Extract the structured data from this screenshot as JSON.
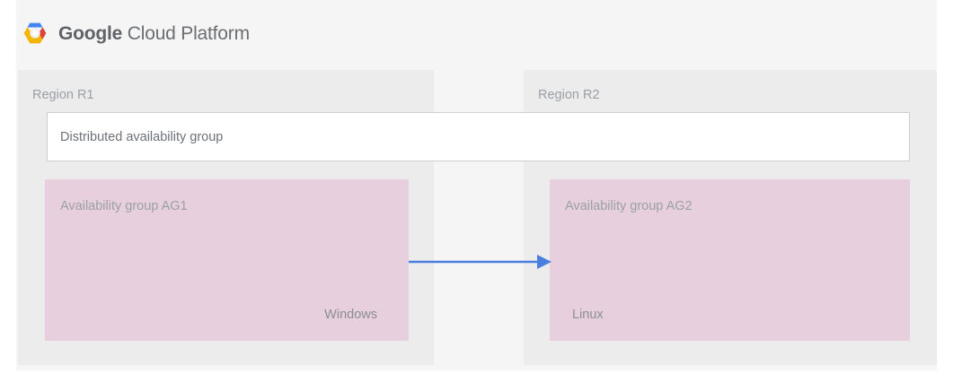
{
  "brand": {
    "logo_icon": "google-cloud-platform-logo-icon",
    "name_strong": "Google",
    "name_light": "Cloud Platform",
    "logo_colors": {
      "blue": "#4285f4",
      "red": "#db4437",
      "yellow": "#f4b400",
      "center": "#f1f1f1"
    }
  },
  "diagram": {
    "regions": [
      {
        "label": "Region R1",
        "availability_group": {
          "title": "Availability group AG1",
          "os": "Windows",
          "os_align": "right"
        }
      },
      {
        "label": "Region R2",
        "availability_group": {
          "title": "Availability group AG2",
          "os": "Linux",
          "os_align": "left"
        }
      }
    ],
    "distributed_group": {
      "label": "Distributed availability group"
    },
    "connector": {
      "icon": "arrow-right-icon",
      "direction": "left-to-right",
      "color": "#4a7fe0"
    },
    "colors": {
      "page_background": "#ffffff",
      "panel_background": "#f5f5f5",
      "region_background": "#ececec",
      "availability_group_background": "#e8cfdd",
      "distributed_group_background": "#ffffff",
      "distributed_group_border": "#cfcfcf",
      "muted_text": "#9aa0a6"
    }
  }
}
